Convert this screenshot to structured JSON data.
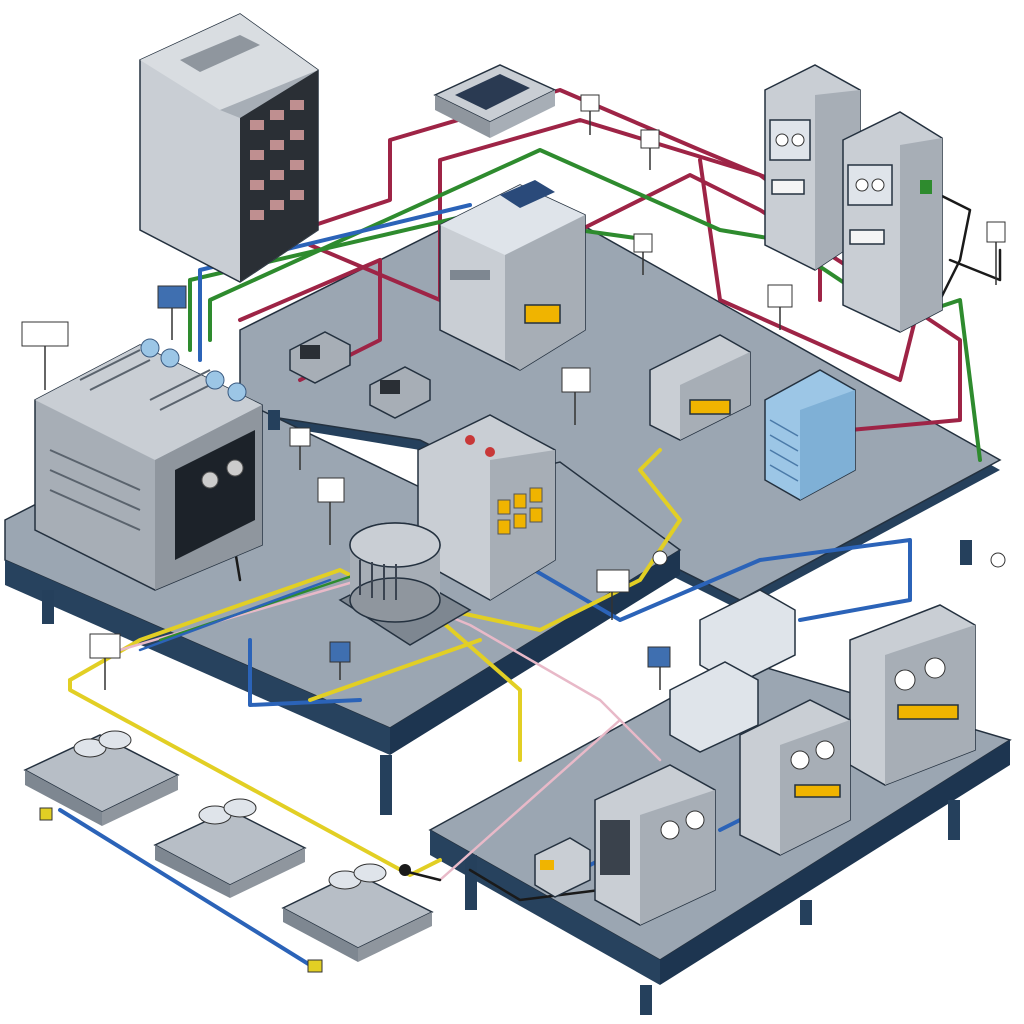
{
  "illustration": {
    "kind": "isometric electrical equipment layout",
    "text_content": "none legible"
  },
  "colors": {
    "platform_top": "#9ba6b2",
    "platform_side": "#25405c",
    "cabinet_light": "#c9ced4",
    "cabinet_mid": "#a7aeb6",
    "cabinet_dark": "#7e8791",
    "wire_red": "#9e2446",
    "wire_green": "#2e8b2e",
    "wire_blue": "#2b63b8",
    "wire_yellow": "#e2cf24",
    "wire_pink": "#e8b9c8",
    "wire_black": "#1a1a1a",
    "warning_label": "#f0b400",
    "screen_blue": "#3f6fb0",
    "ac_unit": "#9cc6e6"
  },
  "components": [
    "server-rack",
    "control-panel-top",
    "tall-panel-left",
    "tall-panel-right",
    "central-transformer",
    "breaker-cluster",
    "junction-box",
    "motor-unit",
    "ac-unit",
    "meter-panel",
    "pedestal-1",
    "pedestal-2",
    "pedestal-3"
  ]
}
